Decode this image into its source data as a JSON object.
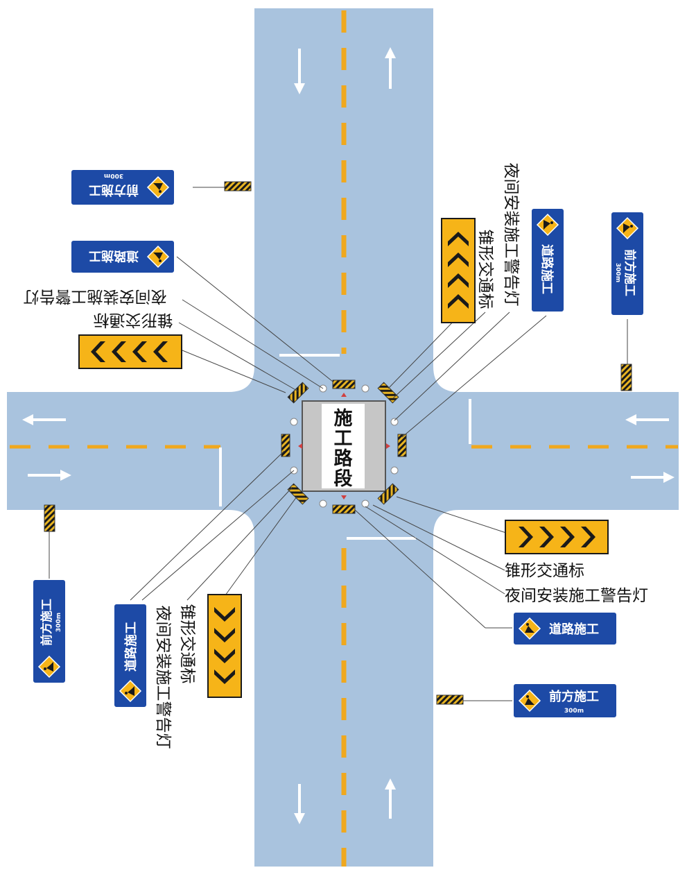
{
  "zone": {
    "chars": [
      "施",
      "工",
      "路",
      "段"
    ]
  },
  "labels": {
    "cone_marker": "锥形交通标",
    "warning_light": "夜间安装施工警告灯"
  },
  "signs": {
    "road_work": "道路施工",
    "ahead_work": "前方施工",
    "distance": "300m"
  },
  "colors": {
    "road": "#a9c3de",
    "lane_yellow": "#f0a81e",
    "lane_white": "#ffffff",
    "sign_blue": "#1d4aa6",
    "sign_yellow": "#f6b418",
    "chevron_dark": "#1a1a1a",
    "barrier_yellow": "#e8b422"
  },
  "icons": [
    "road-work-diamond-icon",
    "chevron-arrow-icon",
    "warning-light-icon",
    "barrier-icon",
    "direction-arrow-icon"
  ]
}
